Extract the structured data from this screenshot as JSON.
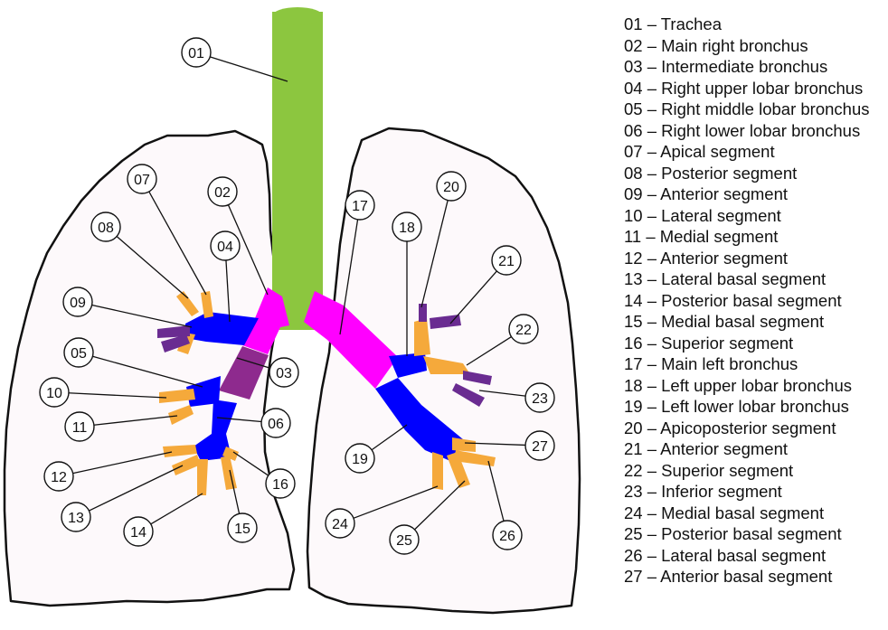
{
  "colors": {
    "trachea": "#8CC63F",
    "main_bronchus": "#FF00FF",
    "intermediate": "#8E2A8E",
    "lobar": "#0000FF",
    "segmental": "#F5A93B",
    "segmental_purple": "#6A2C91",
    "lung_fill": "#FDF9FB",
    "outline": "#111111"
  },
  "labels": [
    {
      "num": "01",
      "text": "01 – Trachea"
    },
    {
      "num": "02",
      "text": "02 – Main right bronchus"
    },
    {
      "num": "03",
      "text": "03 – Intermediate bronchus"
    },
    {
      "num": "04",
      "text": "04 – Right upper lobar bronchus"
    },
    {
      "num": "05",
      "text": "05 – Right middle lobar bronchus"
    },
    {
      "num": "06",
      "text": "06 – Right lower lobar bronchus"
    },
    {
      "num": "07",
      "text": "07 – Apical segment"
    },
    {
      "num": "08",
      "text": "08 – Posterior segment"
    },
    {
      "num": "09",
      "text": "09 – Anterior segment"
    },
    {
      "num": "10",
      "text": "10 – Lateral segment"
    },
    {
      "num": "11",
      "text": "11 – Medial segment"
    },
    {
      "num": "12",
      "text": "12 – Anterior segment"
    },
    {
      "num": "13",
      "text": "13 – Lateral basal segment"
    },
    {
      "num": "14",
      "text": "14 – Posterior basal segment"
    },
    {
      "num": "15",
      "text": "15 – Medial basal segment"
    },
    {
      "num": "16",
      "text": "16 – Superior segment"
    },
    {
      "num": "17",
      "text": "17 – Main left bronchus"
    },
    {
      "num": "18",
      "text": "18 – Left upper lobar bronchus"
    },
    {
      "num": "19",
      "text": "19 – Left lower lobar bronchus"
    },
    {
      "num": "20",
      "text": "20 – Apicoposterior segment"
    },
    {
      "num": "21",
      "text": "21 – Anterior segment"
    },
    {
      "num": "22",
      "text": "22 – Superior segment"
    },
    {
      "num": "23",
      "text": "23 – Inferior segment"
    },
    {
      "num": "24",
      "text": "24 – Medial basal segment"
    },
    {
      "num": "25",
      "text": "25 – Posterior basal segment"
    },
    {
      "num": "26",
      "text": "26 – Lateral basal segment"
    },
    {
      "num": "27",
      "text": "27 – Anterior basal segment"
    }
  ]
}
